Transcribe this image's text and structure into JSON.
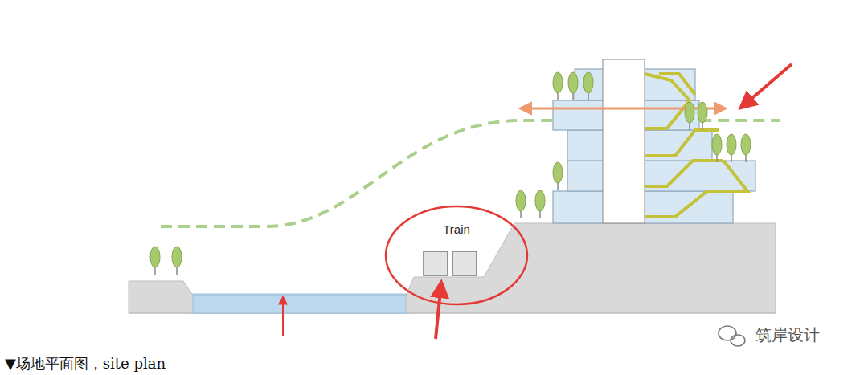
{
  "diagram": {
    "caption": "▼场地平面图，site plan",
    "nodes": [
      {
        "text": [
          "Train"
        ]
      }
    ],
    "labels": [
      "筑岸设计"
    ]
  }
}
